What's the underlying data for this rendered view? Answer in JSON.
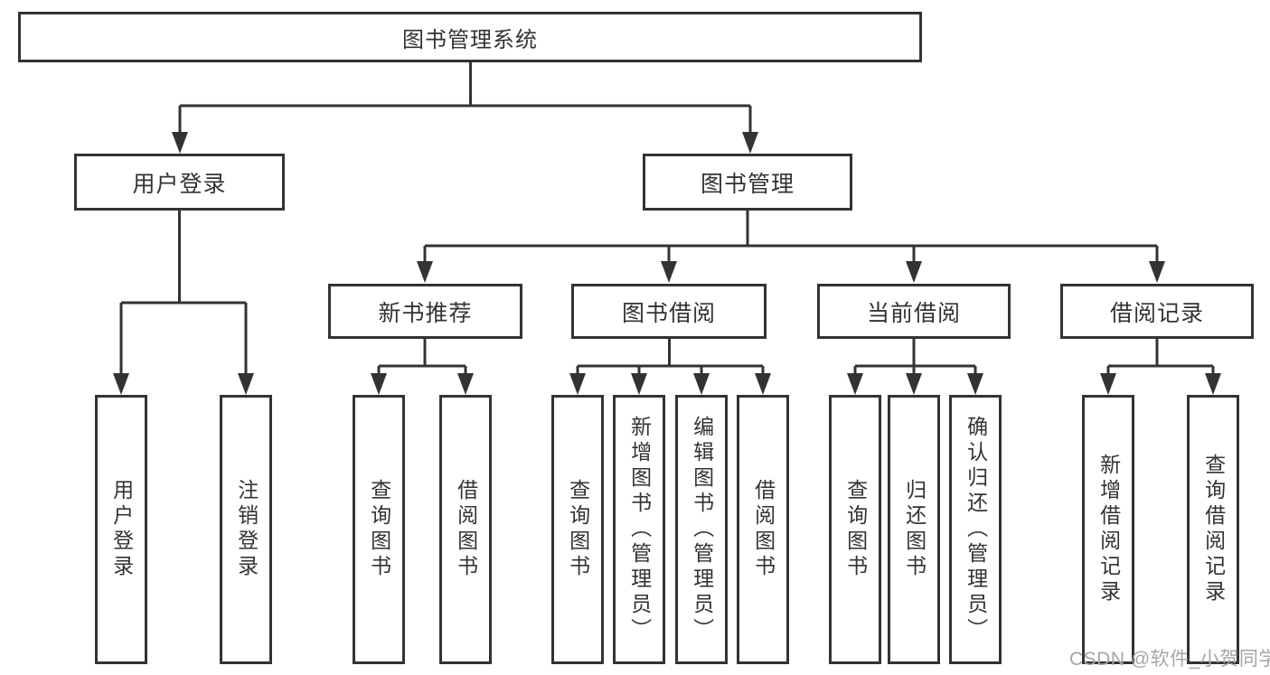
{
  "tree": {
    "label": "图书管理系统",
    "children": [
      {
        "label": "用户登录",
        "children": [
          {
            "label": "用户登录"
          },
          {
            "label": "注销登录"
          }
        ]
      },
      {
        "label": "图书管理",
        "children": [
          {
            "label": "新书推荐",
            "children": [
              {
                "label": "查询图书"
              },
              {
                "label": "借阅图书"
              }
            ]
          },
          {
            "label": "图书借阅",
            "children": [
              {
                "label": "查询图书"
              },
              {
                "label": "新增图书（管理员）"
              },
              {
                "label": "编辑图书（管理员）"
              },
              {
                "label": "借阅图书"
              }
            ]
          },
          {
            "label": "当前借阅",
            "children": [
              {
                "label": "查询图书"
              },
              {
                "label": "归还图书"
              },
              {
                "label": "确认归还（管理员）"
              }
            ]
          },
          {
            "label": "借阅记录",
            "children": [
              {
                "label": "新增借阅记录"
              },
              {
                "label": "查询借阅记录"
              }
            ]
          }
        ]
      }
    ]
  },
  "watermark": "CSDN @软件_小贺同学",
  "colors": {
    "line": "#333333",
    "background": "#ffffff",
    "watermark": "#a6a6a6"
  }
}
